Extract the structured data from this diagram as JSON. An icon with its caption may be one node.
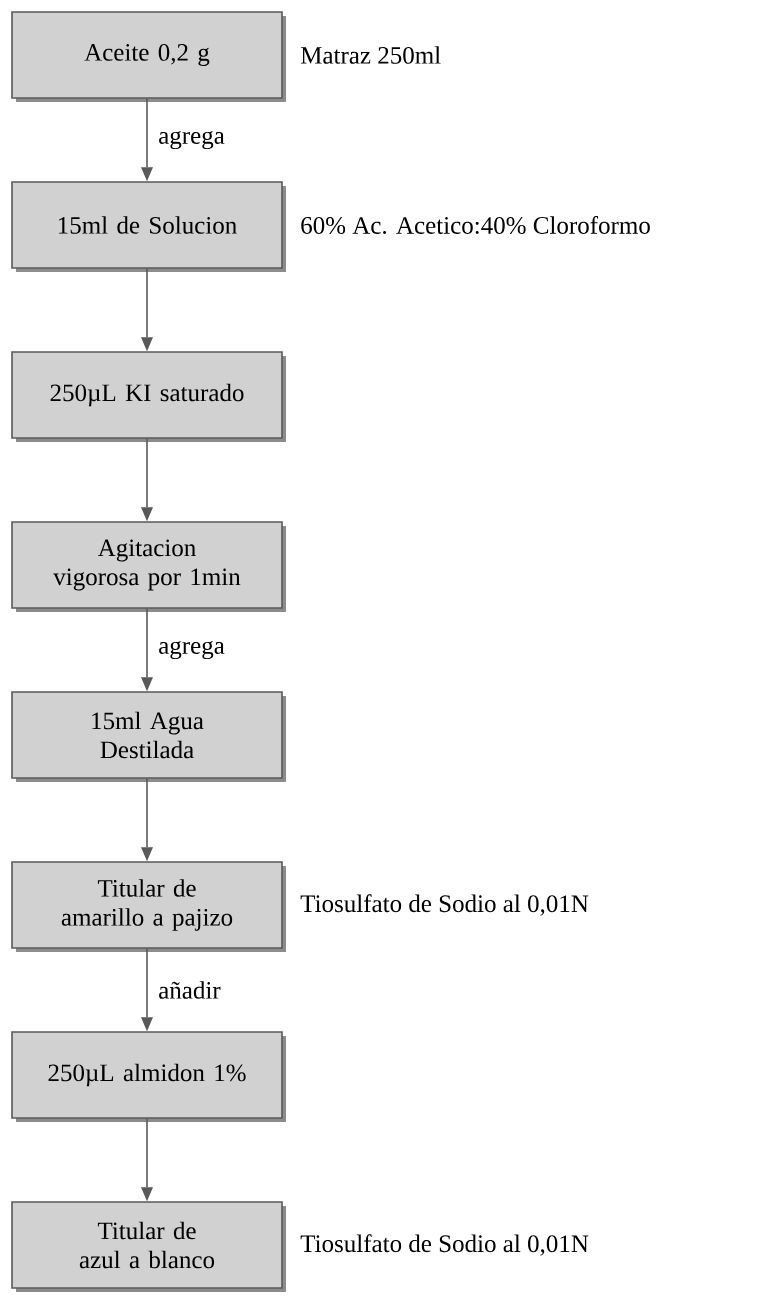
{
  "diagram": {
    "nodes": [
      {
        "text": [
          "Aceite 0,2 g"
        ],
        "beside": [
          "Matraz 250ml"
        ]
      },
      {
        "text": [
          "15ml de Solucion"
        ],
        "beside": [
          "60% Ac. Acetico:40% Cloroformo"
        ]
      },
      {
        "text": [
          "250µL KI saturado"
        ]
      },
      {
        "text": [
          "Agitacion vigorosa por 1min"
        ]
      },
      {
        "text": [
          "15ml Agua Destilada"
        ]
      },
      {
        "text": [
          "Titular de amarillo a pajizo"
        ],
        "beside": [
          "Tiosulfato de Sodio al 0,01N"
        ]
      },
      {
        "text": [
          "250µL almidon 1%"
        ]
      },
      {
        "text": [
          "Titular de azul a blanco"
        ],
        "beside": [
          "Tiosulfato de Sodio al 0,01N"
        ]
      }
    ],
    "edges": [
      {
        "from": 0,
        "to": 1,
        "arrow": "to",
        "label": "agrega"
      },
      {
        "from": 1,
        "to": 2,
        "arrow": "to"
      },
      {
        "from": 2,
        "to": 3,
        "arrow": "to"
      },
      {
        "from": 3,
        "to": 4,
        "arrow": "to",
        "label": "agrega"
      },
      {
        "from": 4,
        "to": 5,
        "arrow": "to"
      },
      {
        "from": 5,
        "to": 6,
        "arrow": "to",
        "label": "añadir"
      },
      {
        "from": 6,
        "to": 7,
        "arrow": "to"
      }
    ]
  }
}
